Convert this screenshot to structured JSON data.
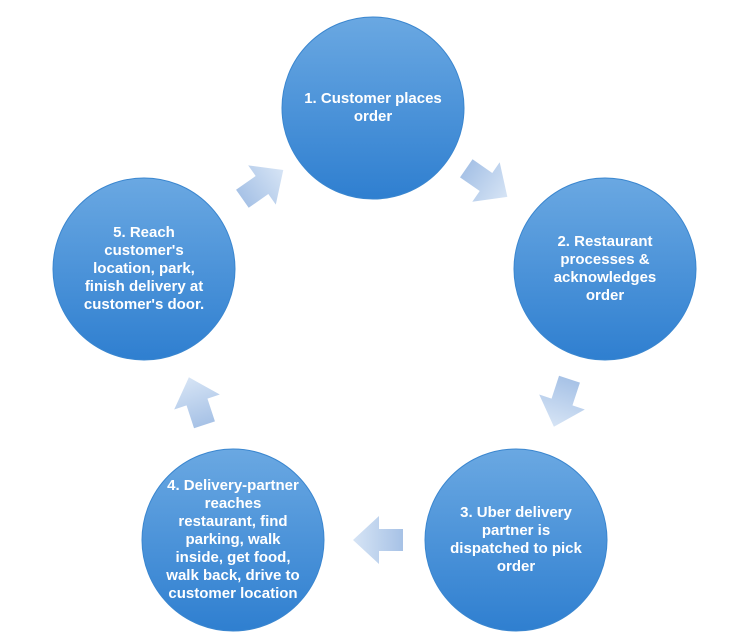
{
  "diagram": {
    "type": "cycle",
    "nodes": [
      {
        "id": "n1",
        "lines": [
          "1. Customer places",
          "order"
        ]
      },
      {
        "id": "n2",
        "lines": [
          "2. Restaurant",
          "processes &",
          "acknowledges",
          "order"
        ]
      },
      {
        "id": "n3",
        "lines": [
          "3. Uber delivery",
          "partner is",
          "dispatched to pick",
          "order"
        ]
      },
      {
        "id": "n4",
        "lines": [
          "4. Delivery-partner",
          "reaches",
          "restaurant, find",
          "parking, walk",
          "inside, get food,",
          "walk back, drive to",
          "customer location"
        ]
      },
      {
        "id": "n5",
        "lines": [
          "5. Reach",
          "customer's",
          "location, park,",
          "finish delivery at",
          "customer's door."
        ]
      }
    ],
    "edges": [
      {
        "from": "n1",
        "to": "n2"
      },
      {
        "from": "n2",
        "to": "n3"
      },
      {
        "from": "n3",
        "to": "n4"
      },
      {
        "from": "n4",
        "to": "n5"
      },
      {
        "from": "n5",
        "to": "n1"
      }
    ],
    "colors": {
      "circle_top": "#6aa8e2",
      "circle_bottom": "#2f7fd0",
      "circle_edge": "#3a86cf",
      "arrow_light": "#d6e4f5",
      "arrow_dark": "#a7c2e6",
      "text": "#ffffff"
    }
  }
}
